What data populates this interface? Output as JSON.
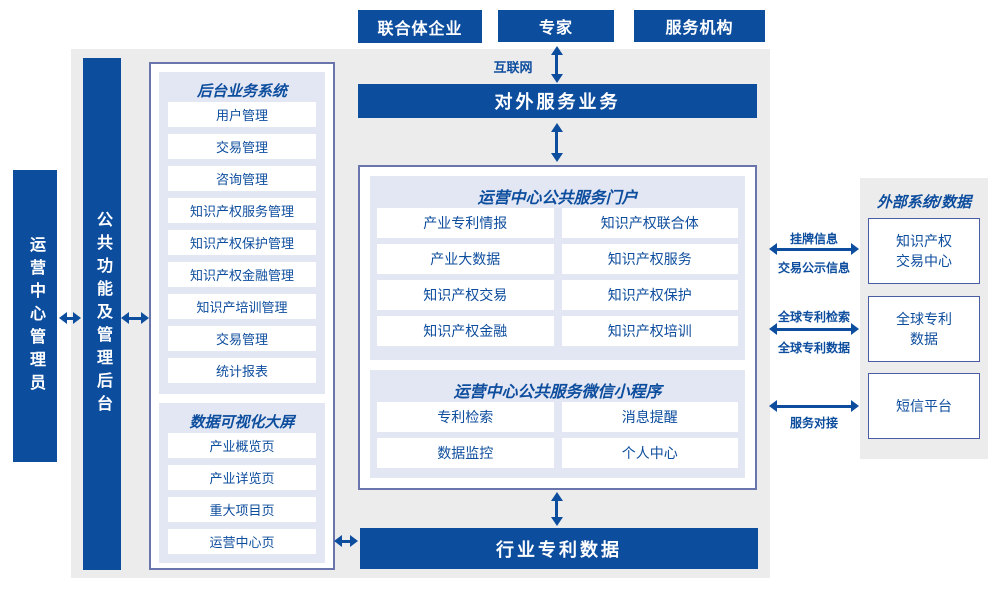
{
  "colors": {
    "primary_blue": "#0d4d9e",
    "panel_bg": "#e3e7f3",
    "container_border": "#6a76ab",
    "outer_bg": "#ececec",
    "external_box_border": "#4a5da3"
  },
  "top_actors": {
    "items": [
      "联合体企业",
      "专家",
      "服务机构"
    ]
  },
  "internet_label": "互联网",
  "external_service_bar": "对外服务业务",
  "admin_bar": "运营中心管理员",
  "backend_bar": "公共功能及管理后台",
  "backend_system": {
    "title": "后台业务系统",
    "items": [
      "用户管理",
      "交易管理",
      "咨询管理",
      "知识产权服务管理",
      "知识产权保护管理",
      "知识产权金融管理",
      "知识产培训管理",
      "交易管理",
      "统计报表"
    ]
  },
  "dashboard": {
    "title": "数据可视化大屏",
    "items": [
      "产业概览页",
      "产业详览页",
      "重大项目页",
      "运营中心页"
    ]
  },
  "portal": {
    "title": "运营中心公共服务门户",
    "items": [
      "产业专利情报",
      "知识产权联合体",
      "产业大数据",
      "知识产权服务",
      "知识产权交易",
      "知识产权保护",
      "知识产权金融",
      "知识产权培训"
    ]
  },
  "miniprogram": {
    "title": "运营中心公共服务微信小程序",
    "items": [
      "专利检索",
      "消息提醒",
      "数据监控",
      "个人中心"
    ]
  },
  "industry_data_bar": "行业专利数据",
  "external_systems": {
    "title": "外部系统/数据",
    "boxes": [
      "知识产权\n交易中心",
      "全球专利\n数据",
      "短信平台"
    ],
    "link_labels": {
      "l1_top": "挂牌信息",
      "l1_bottom": "交易公示信息",
      "l2_top": "全球专利检索",
      "l2_bottom": "全球专利数据",
      "l3_bottom": "服务对接"
    }
  }
}
